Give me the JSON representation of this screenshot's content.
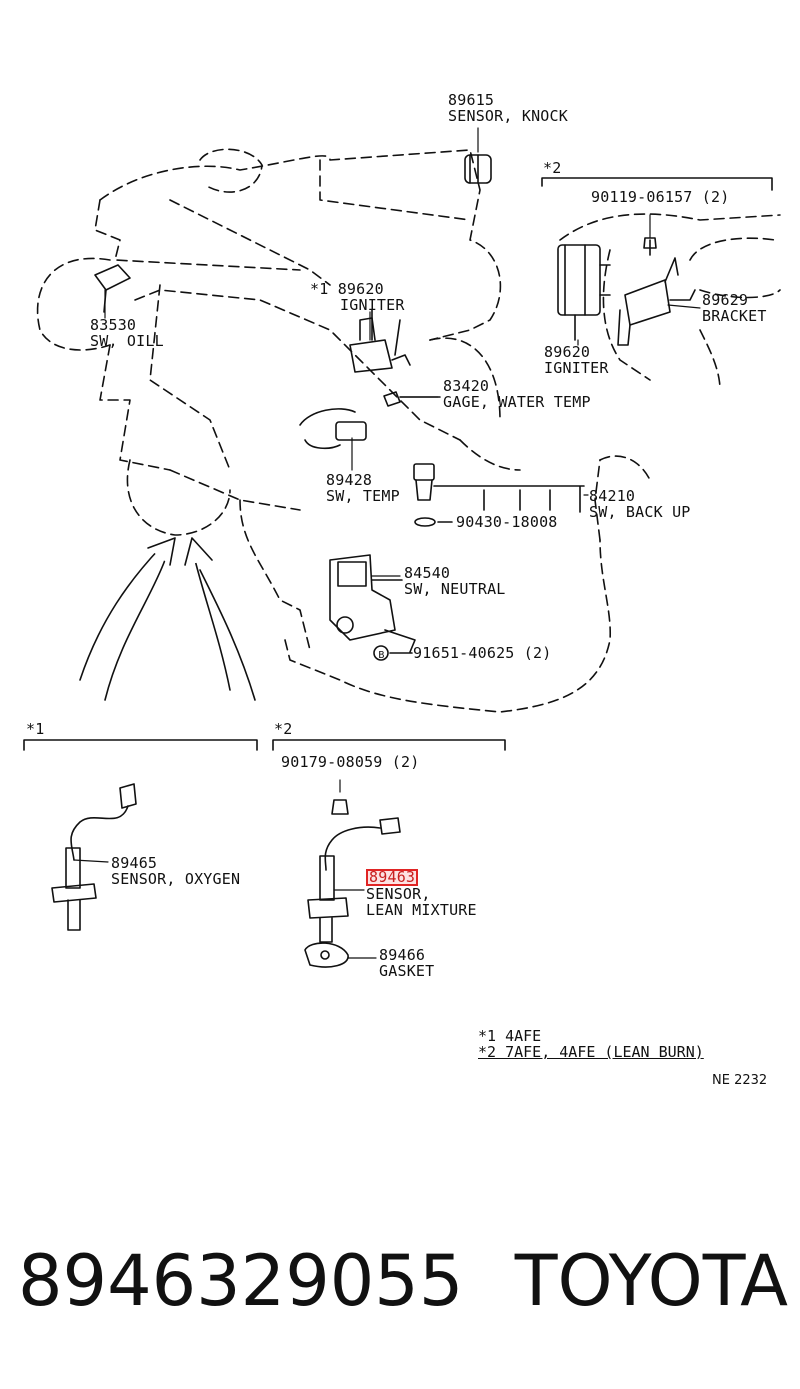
{
  "parts": {
    "knock": {
      "num": "89615",
      "name": "SENSOR, KNOCK"
    },
    "oil": {
      "num": "83530",
      "name": "SW, OILL"
    },
    "igniter_main": {
      "star": "*1",
      "num": "89620",
      "name": "IGNITER"
    },
    "water": {
      "num": "83420",
      "name": "GAGE, WATER TEMP"
    },
    "temp": {
      "num": "89428",
      "name": "SW, TEMP"
    },
    "backup": {
      "num": "84210",
      "name": "SW, BACK UP"
    },
    "washer": {
      "num": "90430-18008"
    },
    "neutral": {
      "num": "84540",
      "name": "SW, NEUTRAL"
    },
    "bolt": {
      "prefix": "B",
      "num": "91651-40625",
      "qty": "(2)"
    },
    "group2_top": {
      "star": "*2",
      "screw": "90119-06157",
      "qty": "(2)"
    },
    "bracket": {
      "num": "89629",
      "name": "BRACKET"
    },
    "igniter2": {
      "num": "89620",
      "name": "IGNITER"
    },
    "group1_low": {
      "star": "*1"
    },
    "oxygen": {
      "num": "89465",
      "name": "SENSOR, OXYGEN"
    },
    "group2_low": {
      "star": "*2",
      "nut": "90179-08059",
      "qty": "(2)"
    },
    "lean": {
      "num": "89463",
      "name1": "SENSOR,",
      "name2": "LEAN MIXTURE"
    },
    "gasket": {
      "num": "89466",
      "name": "GASKET"
    }
  },
  "legend": {
    "line1": "*1  4AFE",
    "line2": "*2  7AFE, 4AFE (LEAN BURN)"
  },
  "diagram_code": "NE 2232",
  "footer": {
    "part_number": "8946329055",
    "brand": "TOYOTA"
  },
  "colors": {
    "highlight": "#e02424"
  }
}
